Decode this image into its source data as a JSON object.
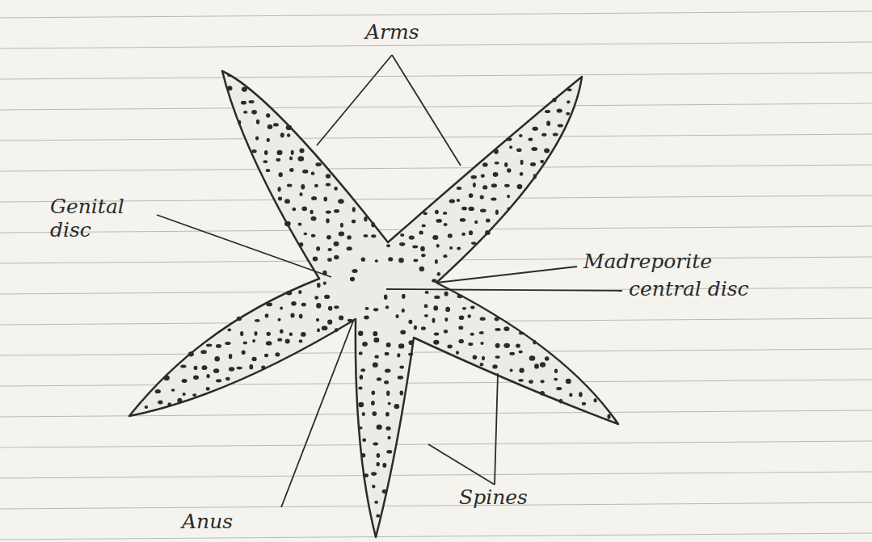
{
  "diagram": {
    "labels": [
      "Arms",
      "Genital disc",
      "Madreporite",
      "central disc",
      "Anus",
      "Spines"
    ]
  }
}
